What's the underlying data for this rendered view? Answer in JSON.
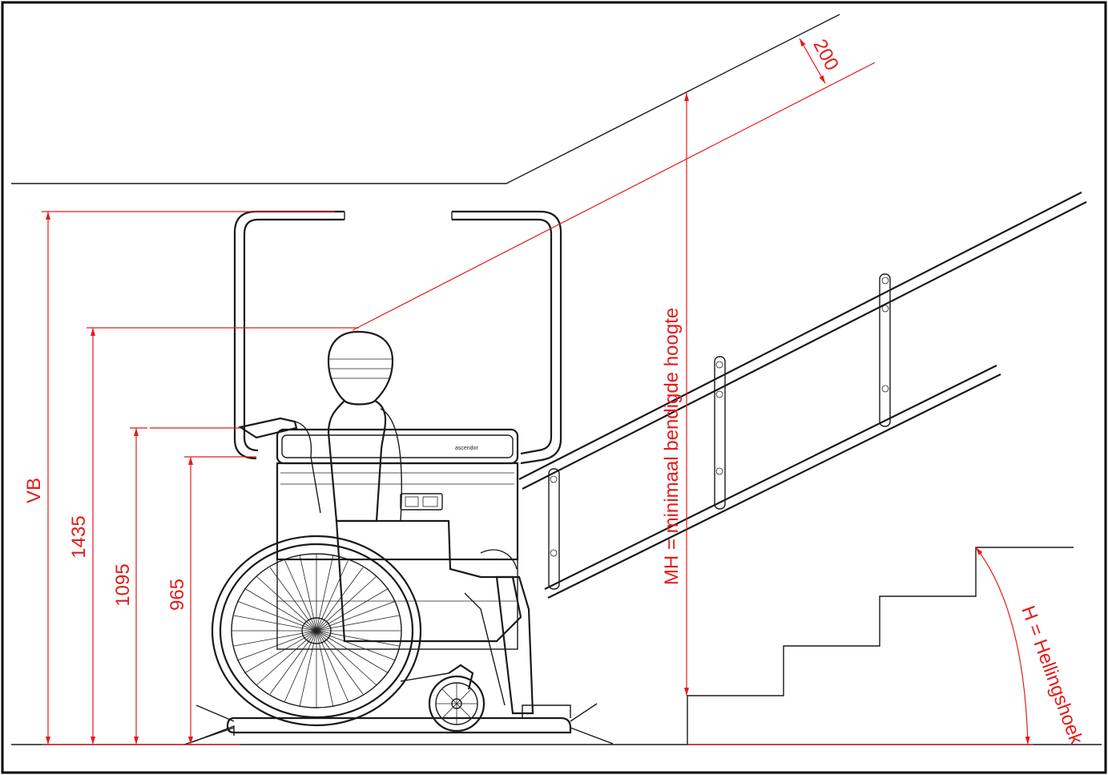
{
  "labels": {
    "vb": "VB",
    "dim_1435": "1435",
    "dim_1095": "1095",
    "dim_965": "965",
    "dim_200": "200",
    "mh": "MH = minimaal bendigde hoogte",
    "h": "H = Hellingshoek"
  },
  "brand": "ascendor",
  "colors": {
    "dimension": "#e41b1b",
    "drawing": "#1a1a1a",
    "border": "#000000",
    "background": "#ffffff"
  }
}
